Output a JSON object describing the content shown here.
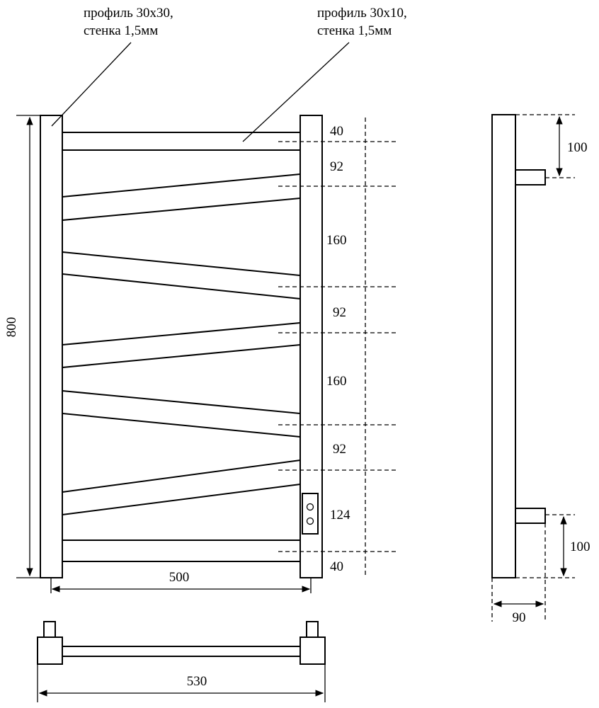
{
  "labels": {
    "left_profile": [
      "профиль 30х30,",
      "стенка 1,5мм"
    ],
    "right_profile": [
      "профиль 30х10,",
      "стенка 1,5мм"
    ]
  },
  "dimensions": {
    "height_total": "800",
    "width_inner": "500",
    "width_total": "530",
    "depth": "90",
    "side_top": "100",
    "side_bottom": "100",
    "spacing": [
      "40",
      "92",
      "160",
      "92",
      "160",
      "92",
      "124",
      "40"
    ]
  }
}
